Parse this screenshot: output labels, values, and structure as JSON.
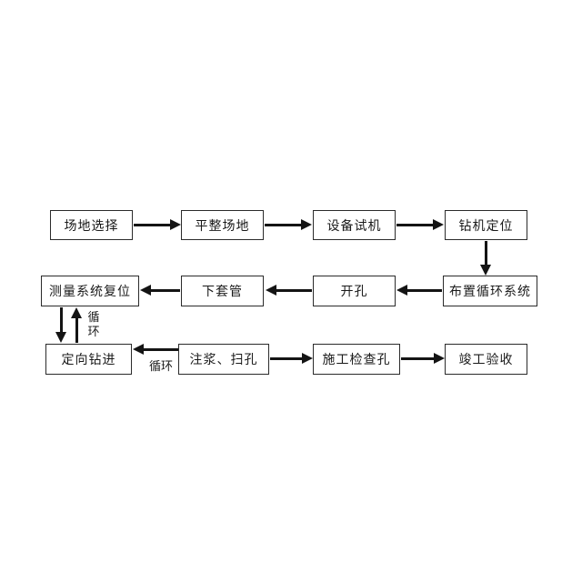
{
  "flowchart": {
    "nodes": [
      {
        "id": "site-selection",
        "label": "场地选择"
      },
      {
        "id": "level-site",
        "label": "平整场地"
      },
      {
        "id": "equipment-test",
        "label": "设备试机"
      },
      {
        "id": "rig-positioning",
        "label": "钻机定位"
      },
      {
        "id": "circulation-system",
        "label": "布置循环系统"
      },
      {
        "id": "open-hole",
        "label": "开孔"
      },
      {
        "id": "lower-casing",
        "label": "下套管"
      },
      {
        "id": "measurement-reset",
        "label": "测量系统复位"
      },
      {
        "id": "directional-drilling",
        "label": "定向钻进"
      },
      {
        "id": "grouting-sweeping",
        "label": "注浆、扫孔"
      },
      {
        "id": "inspection-hole",
        "label": "施工检查孔"
      },
      {
        "id": "completion-acceptance",
        "label": "竣工验收"
      }
    ],
    "edge_labels": {
      "cycle_vertical": "循环",
      "cycle_horizontal": "循环"
    }
  }
}
